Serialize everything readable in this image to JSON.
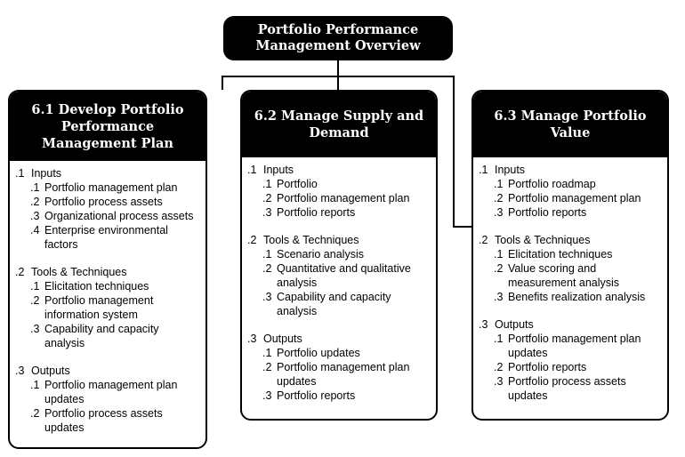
{
  "title": "Portfolio Performance Management Overview",
  "panels": [
    {
      "title": "6.1 Develop Portfolio Performance Management Plan",
      "groups": [
        {
          "num": ".1",
          "label": "Inputs",
          "items": [
            {
              "num": ".1",
              "text": "Portfolio management plan"
            },
            {
              "num": ".2",
              "text": "Portfolio process assets"
            },
            {
              "num": ".3",
              "text": "Organizational process assets"
            },
            {
              "num": ".4",
              "text": "Enterprise environmental factors"
            }
          ]
        },
        {
          "num": ".2",
          "label": "Tools & Techniques",
          "items": [
            {
              "num": ".1",
              "text": "Elicitation techniques"
            },
            {
              "num": ".2",
              "text": "Portfolio management information system"
            },
            {
              "num": ".3",
              "text": "Capability and capacity analysis"
            }
          ]
        },
        {
          "num": ".3",
          "label": "Outputs",
          "items": [
            {
              "num": ".1",
              "text": "Portfolio management plan updates"
            },
            {
              "num": ".2",
              "text": "Portfolio process assets updates"
            }
          ]
        }
      ]
    },
    {
      "title": "6.2 Manage Supply and Demand",
      "groups": [
        {
          "num": ".1",
          "label": "Inputs",
          "items": [
            {
              "num": ".1",
              "text": "Portfolio"
            },
            {
              "num": ".2",
              "text": "Portfolio management plan"
            },
            {
              "num": ".3",
              "text": "Portfolio reports"
            }
          ]
        },
        {
          "num": ".2",
          "label": "Tools & Techniques",
          "items": [
            {
              "num": ".1",
              "text": "Scenario analysis"
            },
            {
              "num": ".2",
              "text": "Quantitative and qualitative analysis"
            },
            {
              "num": ".3",
              "text": "Capability and capacity analysis"
            }
          ]
        },
        {
          "num": ".3",
          "label": "Outputs",
          "items": [
            {
              "num": ".1",
              "text": "Portfolio updates"
            },
            {
              "num": ".2",
              "text": "Portfolio management plan updates"
            },
            {
              "num": ".3",
              "text": "Portfolio reports"
            }
          ]
        }
      ]
    },
    {
      "title": "6.3 Manage Portfolio Value",
      "groups": [
        {
          "num": ".1",
          "label": "Inputs",
          "items": [
            {
              "num": ".1",
              "text": "Portfolio roadmap"
            },
            {
              "num": ".2",
              "text": "Portfolio management plan"
            },
            {
              "num": ".3",
              "text": "Portfolio reports"
            }
          ]
        },
        {
          "num": ".2",
          "label": "Tools & Techniques",
          "items": [
            {
              "num": ".1",
              "text": "Elicitation techniques"
            },
            {
              "num": ".2",
              "text": "Value scoring and measurement analysis"
            },
            {
              "num": ".3",
              "text": "Benefits realization analysis"
            }
          ]
        },
        {
          "num": ".3",
          "label": "Outputs",
          "items": [
            {
              "num": ".1",
              "text": "Portfolio management plan updates"
            },
            {
              "num": ".2",
              "text": "Portfolio reports"
            },
            {
              "num": ".3",
              "text": "Portfolio process assets updates"
            }
          ]
        }
      ]
    }
  ]
}
